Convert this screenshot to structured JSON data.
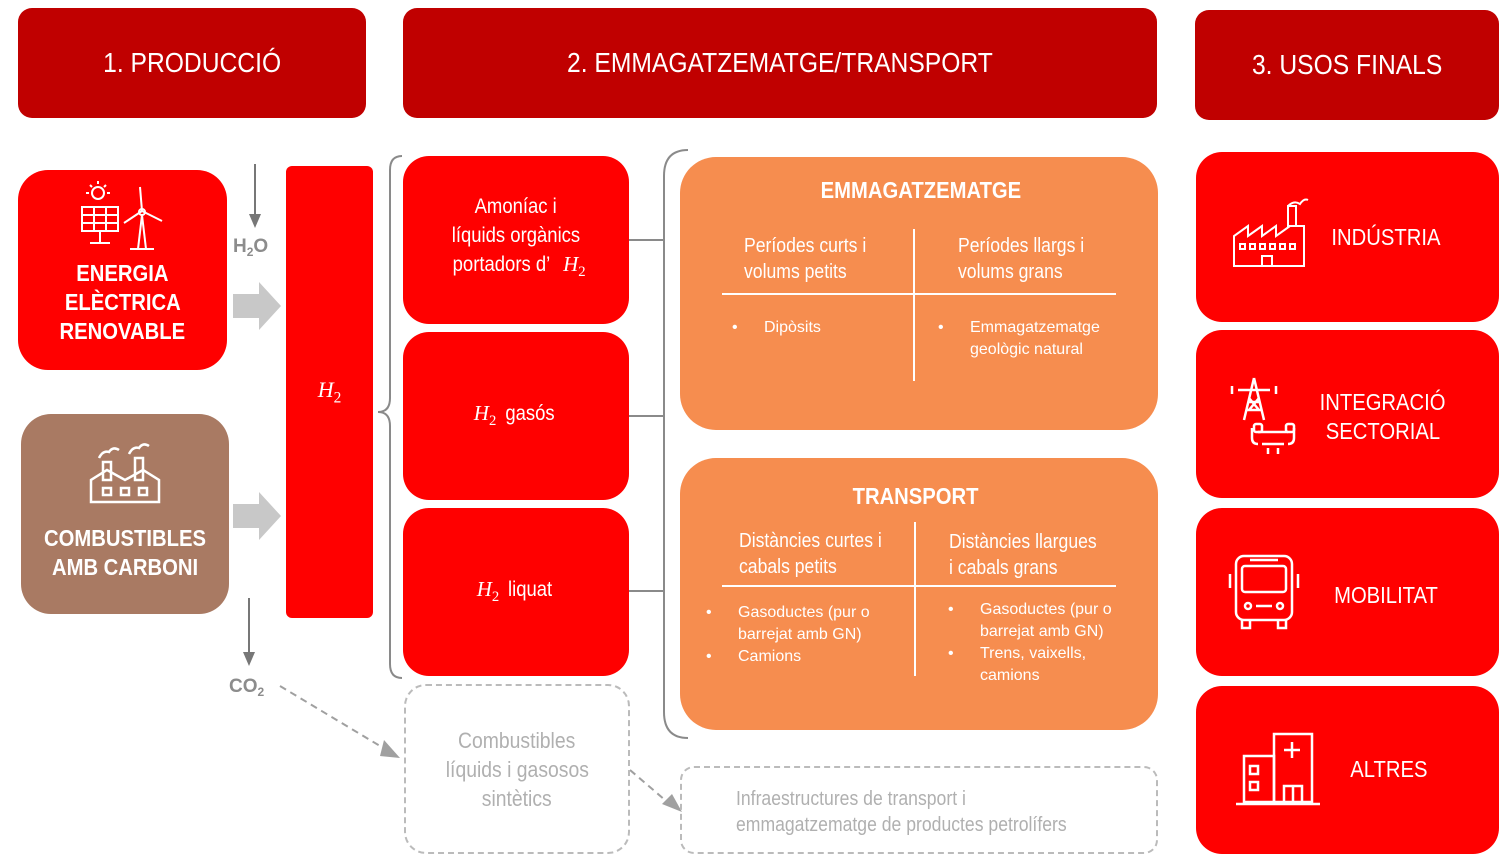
{
  "headers": {
    "production": "1. PRODUCCIÓ",
    "storage_transport": "2. EMMAGATZEMATGE/TRANSPORT",
    "end_uses": "3. USOS FINALS"
  },
  "production": {
    "renewable": {
      "line1": "ENERGIA",
      "line2": "ELÈCTRICA",
      "line3": "RENOVABLE",
      "icon": "solar-wind-icon"
    },
    "carbon": {
      "line1": "COMBUSTIBLES",
      "line2": "AMB CARBONI",
      "icon": "factory-icon"
    },
    "water": {
      "main": "H",
      "sub": "2",
      "tail": "O"
    },
    "co2": {
      "main": "CO",
      "sub": "2"
    },
    "h2": {
      "main": "H",
      "sub": "2"
    }
  },
  "carriers": {
    "ammonia": {
      "line1": "Amoníac i",
      "line2": "líquids orgànics",
      "line3": "portadors d’",
      "h": "H",
      "sub": "2"
    },
    "gas": {
      "h": "H",
      "sub": "2",
      "text": "gasós"
    },
    "liquid": {
      "h": "H",
      "sub": "2",
      "text": "liquat"
    },
    "synthetic": {
      "line1": "Combustibles",
      "line2": "líquids i gasosos",
      "line3": "sintètics"
    }
  },
  "storage": {
    "title": "EMMAGATZEMATGE",
    "short": {
      "line1": "Períodes curts i",
      "line2": "volums petits"
    },
    "long": {
      "line1": "Períodes llargs i",
      "line2": "volums grans"
    },
    "bullet_bullet": "•",
    "short_items": [
      "Dipòsits"
    ],
    "long_items": [
      {
        "line1": "Emmagatzematge",
        "line2": "geològic natural"
      }
    ]
  },
  "transport": {
    "title": "TRANSPORT",
    "short": {
      "line1": "Distàncies curtes i",
      "line2": "cabals petits"
    },
    "long": {
      "line1": "Distàncies llargues",
      "line2": "i cabals grans"
    },
    "short_items": [
      {
        "line1": "Gasoductes (pur o",
        "line2": "barrejat amb GN)"
      },
      {
        "line1": "Camions"
      }
    ],
    "long_items": [
      {
        "line1": "Gasoductes (pur o",
        "line2": "barrejat amb GN)"
      },
      {
        "line1": "Trens, vaixells,",
        "line2": "camions"
      }
    ]
  },
  "petroleum_infra": {
    "line1": "Infraestructures de transport i",
    "line2": "emmagatzematge de productes petrolífers"
  },
  "end_uses": [
    {
      "line1": "INDÚSTRIA",
      "line2": "",
      "icon": "industry-icon"
    },
    {
      "line1": "INTEGRACIÓ",
      "line2": "SECTORIAL",
      "icon": "power-tower-icon"
    },
    {
      "line1": "MOBILITAT",
      "line2": "",
      "icon": "bus-icon"
    },
    {
      "line1": "ALTRES",
      "line2": "",
      "icon": "hospital-icon"
    }
  ],
  "colors": {
    "header": "#c00000",
    "red": "#ff0000",
    "brown": "#a97a63",
    "orange": "#f68d4f",
    "arrow": "#c8c8c8",
    "dashed": "#bbbbbb"
  }
}
